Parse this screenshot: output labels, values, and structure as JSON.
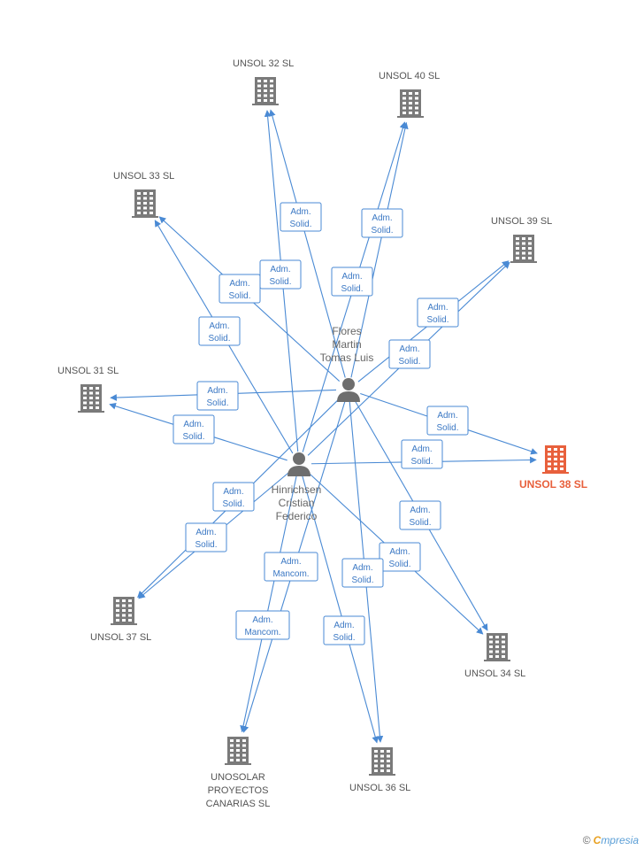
{
  "colors": {
    "edge": "#4a8ad4",
    "company": "#7a7a7a",
    "focus": "#e8603c",
    "person": "#6e6e6e"
  },
  "people": [
    {
      "id": "flores",
      "lines": [
        "Flores",
        "Martin",
        "Tomas Luis"
      ],
      "icon": "person-icon"
    },
    {
      "id": "hinrichsen",
      "lines": [
        "Hinrichsen",
        "Cristian",
        "Federico"
      ],
      "icon": "person-icon"
    }
  ],
  "companies": [
    {
      "id": "u32",
      "lines": [
        "UNSOL 32 SL"
      ],
      "focus": false,
      "icon": "building-icon"
    },
    {
      "id": "u40",
      "lines": [
        "UNSOL 40 SL"
      ],
      "focus": false,
      "icon": "building-icon"
    },
    {
      "id": "u33",
      "lines": [
        "UNSOL 33 SL"
      ],
      "focus": false,
      "icon": "building-icon"
    },
    {
      "id": "u39",
      "lines": [
        "UNSOL 39 SL"
      ],
      "focus": false,
      "icon": "building-icon"
    },
    {
      "id": "u31",
      "lines": [
        "UNSOL 31 SL"
      ],
      "focus": false,
      "icon": "building-icon"
    },
    {
      "id": "u38",
      "lines": [
        "UNSOL 38 SL"
      ],
      "focus": true,
      "icon": "building-icon"
    },
    {
      "id": "u37",
      "lines": [
        "UNSOL 37 SL"
      ],
      "focus": false,
      "icon": "building-icon"
    },
    {
      "id": "u34",
      "lines": [
        "UNSOL 34 SL"
      ],
      "focus": false,
      "icon": "building-icon"
    },
    {
      "id": "u36",
      "lines": [
        "UNSOL 36 SL"
      ],
      "focus": false,
      "icon": "building-icon"
    },
    {
      "id": "uno",
      "lines": [
        "UNOSOLAR",
        "PROYECTOS",
        "CANARIAS SL"
      ],
      "focus": false,
      "icon": "building-icon"
    }
  ],
  "edges": [
    {
      "from": "flores",
      "to": "u32",
      "label": [
        "Adm.",
        "Solid."
      ]
    },
    {
      "from": "hinrichsen",
      "to": "u32",
      "label": [
        "Adm.",
        "Solid."
      ]
    },
    {
      "from": "flores",
      "to": "u40",
      "label": [
        "Adm.",
        "Solid."
      ]
    },
    {
      "from": "hinrichsen",
      "to": "u40",
      "label": [
        "Adm.",
        "Solid."
      ]
    },
    {
      "from": "flores",
      "to": "u33",
      "label": [
        "Adm.",
        "Solid."
      ]
    },
    {
      "from": "hinrichsen",
      "to": "u33",
      "label": [
        "Adm.",
        "Solid."
      ]
    },
    {
      "from": "flores",
      "to": "u39",
      "label": [
        "Adm.",
        "Solid."
      ]
    },
    {
      "from": "hinrichsen",
      "to": "u39",
      "label": [
        "Adm.",
        "Solid."
      ]
    },
    {
      "from": "flores",
      "to": "u31",
      "label": [
        "Adm.",
        "Solid."
      ]
    },
    {
      "from": "hinrichsen",
      "to": "u31",
      "label": [
        "Adm.",
        "Solid."
      ]
    },
    {
      "from": "flores",
      "to": "u38",
      "label": [
        "Adm.",
        "Solid."
      ]
    },
    {
      "from": "hinrichsen",
      "to": "u38",
      "label": [
        "Adm.",
        "Solid."
      ]
    },
    {
      "from": "flores",
      "to": "u37",
      "label": [
        "Adm.",
        "Solid."
      ]
    },
    {
      "from": "hinrichsen",
      "to": "u37",
      "label": [
        "Adm.",
        "Solid."
      ]
    },
    {
      "from": "flores",
      "to": "u34",
      "label": [
        "Adm.",
        "Solid."
      ]
    },
    {
      "from": "hinrichsen",
      "to": "u34",
      "label": [
        "Adm.",
        "Solid."
      ]
    },
    {
      "from": "flores",
      "to": "u36",
      "label": [
        "Adm.",
        "Solid."
      ]
    },
    {
      "from": "hinrichsen",
      "to": "u36",
      "label": [
        "Adm.",
        "Solid."
      ]
    },
    {
      "from": "flores",
      "to": "uno",
      "label": [
        "Adm.",
        "Mancom."
      ]
    },
    {
      "from": "hinrichsen",
      "to": "uno",
      "label": [
        "Adm.",
        "Mancom."
      ]
    }
  ],
  "footer": {
    "copyright": "©",
    "brand_first": "C",
    "brand_rest": "mpresia"
  }
}
